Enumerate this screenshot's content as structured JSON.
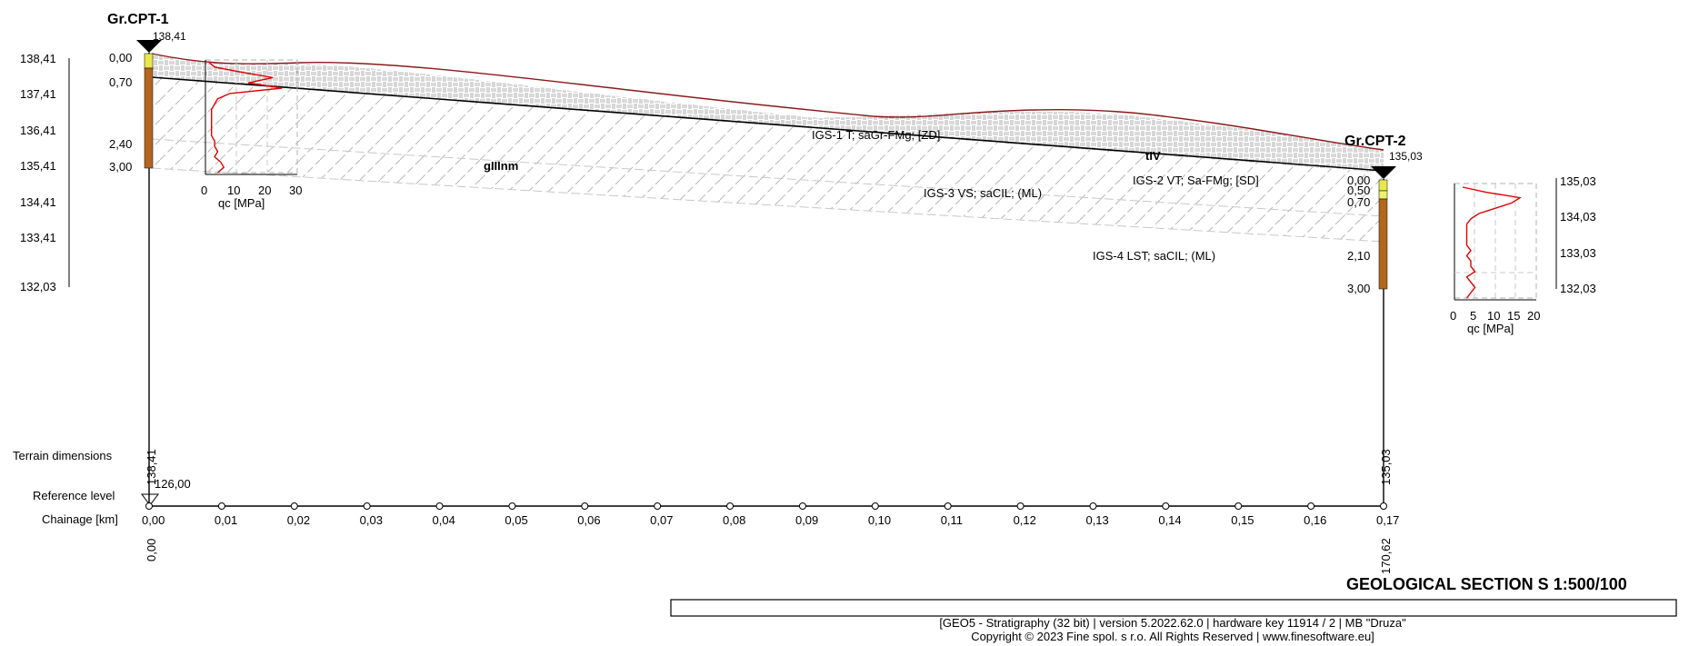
{
  "boreholes": [
    {
      "name": "Gr.CPT-1",
      "top_elevation": "138,41",
      "depth_labels": [
        "0,00",
        "0,70",
        "2,40",
        "3,00"
      ],
      "terrain_dimension": "138,41",
      "chainage_value": "0,00"
    },
    {
      "name": "Gr.CPT-2",
      "top_elevation": "135,03",
      "depth_labels": [
        "0,00",
        "0,50",
        "0,70",
        "2,10",
        "3,00"
      ],
      "terrain_dimension": "135,03",
      "chainage_value": "170,62"
    }
  ],
  "left_scale": {
    "labels": [
      "138,41",
      "137,41",
      "136,41",
      "135,41",
      "134,41",
      "133,41",
      "132,03"
    ]
  },
  "right_scale": {
    "labels": [
      "135,03",
      "134,03",
      "133,03",
      "132,03"
    ]
  },
  "cpt_chart_1": {
    "xlabel": "qc [MPa]",
    "ticks": [
      "0",
      "10",
      "20",
      "30"
    ],
    "qc_values": [
      1,
      3,
      12,
      22,
      14,
      25,
      8,
      4,
      3,
      2,
      2,
      2,
      2,
      2,
      2,
      3,
      3,
      4,
      3,
      5,
      6,
      4
    ]
  },
  "cpt_chart_2": {
    "xlabel": "qc [MPa]",
    "ticks": [
      "0",
      "5",
      "10",
      "15",
      "20"
    ],
    "qc_values": [
      2,
      8,
      16,
      14,
      10,
      6,
      4,
      3,
      3,
      3,
      3,
      3,
      4,
      3,
      4,
      4,
      5,
      3,
      4,
      5,
      4,
      3
    ]
  },
  "layers": {
    "igs1": "IGS-1 T; saGr-FMg; [ZD]",
    "igs2": "IGS-2 VT; Sa-FMg; [SD]",
    "igs3": "IGS-3 VS; saCIL; (ML)",
    "igs4": "IGS-4 LST; saCIL; (ML)",
    "unit1": "tIV",
    "unit2": "gIIInm"
  },
  "bottom": {
    "terrain_dimensions_label": "Terrain dimensions",
    "reference_level_label": "Reference level",
    "reference_level_value": "126,00",
    "chainage_label": "Chainage [km]",
    "chainage_ticks": [
      "0,00",
      "0,01",
      "0,02",
      "0,03",
      "0,04",
      "0,05",
      "0,06",
      "0,07",
      "0,08",
      "0,09",
      "0,10",
      "0,11",
      "0,12",
      "0,13",
      "0,14",
      "0,15",
      "0,16",
      "0,17"
    ]
  },
  "title": "GEOLOGICAL SECTION S 1:500/100",
  "footer": {
    "line1": "[GEO5 - Stratigraphy (32 bit) | version 5.2022.62.0 | hardware key 11914 / 2 | MB \"Druza\"",
    "line2": "Copyright © 2023 Fine spol. s r.o. All Rights Reserved | www.finesoftware.eu]"
  },
  "colors": {
    "terrain_line": "#8b1a1a",
    "profile_line": "#c00000",
    "boundary_line": "#000000",
    "hatch": "#b8b8b8",
    "layer_yellow": "#e8e84a",
    "layer_brown": "#b5651d",
    "layer_darkbrown": "#8b4513"
  }
}
